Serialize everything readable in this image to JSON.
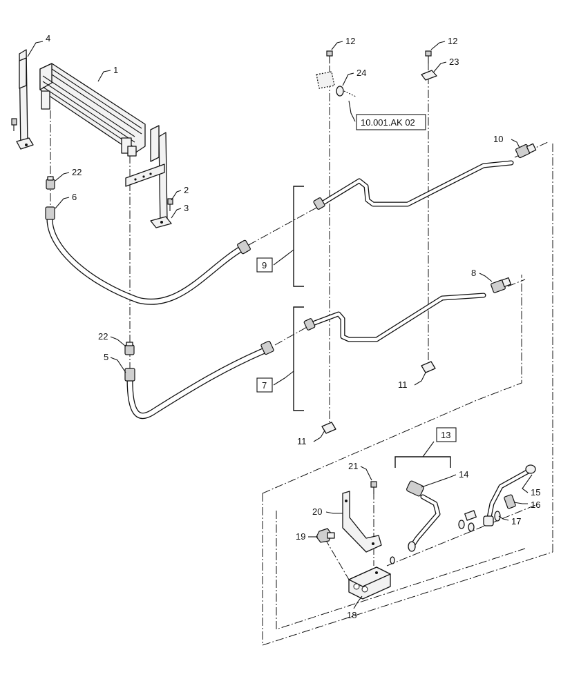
{
  "callouts": {
    "c1": "1",
    "c2": "2",
    "c3": "3",
    "c4": "4",
    "c5": "5",
    "c6": "6",
    "c7": "7",
    "c8": "8",
    "c9": "9",
    "c10": "10",
    "c11a": "11",
    "c11b": "11",
    "c12a": "12",
    "c12b": "12",
    "c13": "13",
    "c14": "14",
    "c15": "15",
    "c16": "16",
    "c17": "17",
    "c18": "18",
    "c19": "19",
    "c20": "20",
    "c21": "21",
    "c22a": "22",
    "c22b": "22",
    "c23": "23",
    "c24": "24"
  },
  "reference": "10.001.AK 02"
}
